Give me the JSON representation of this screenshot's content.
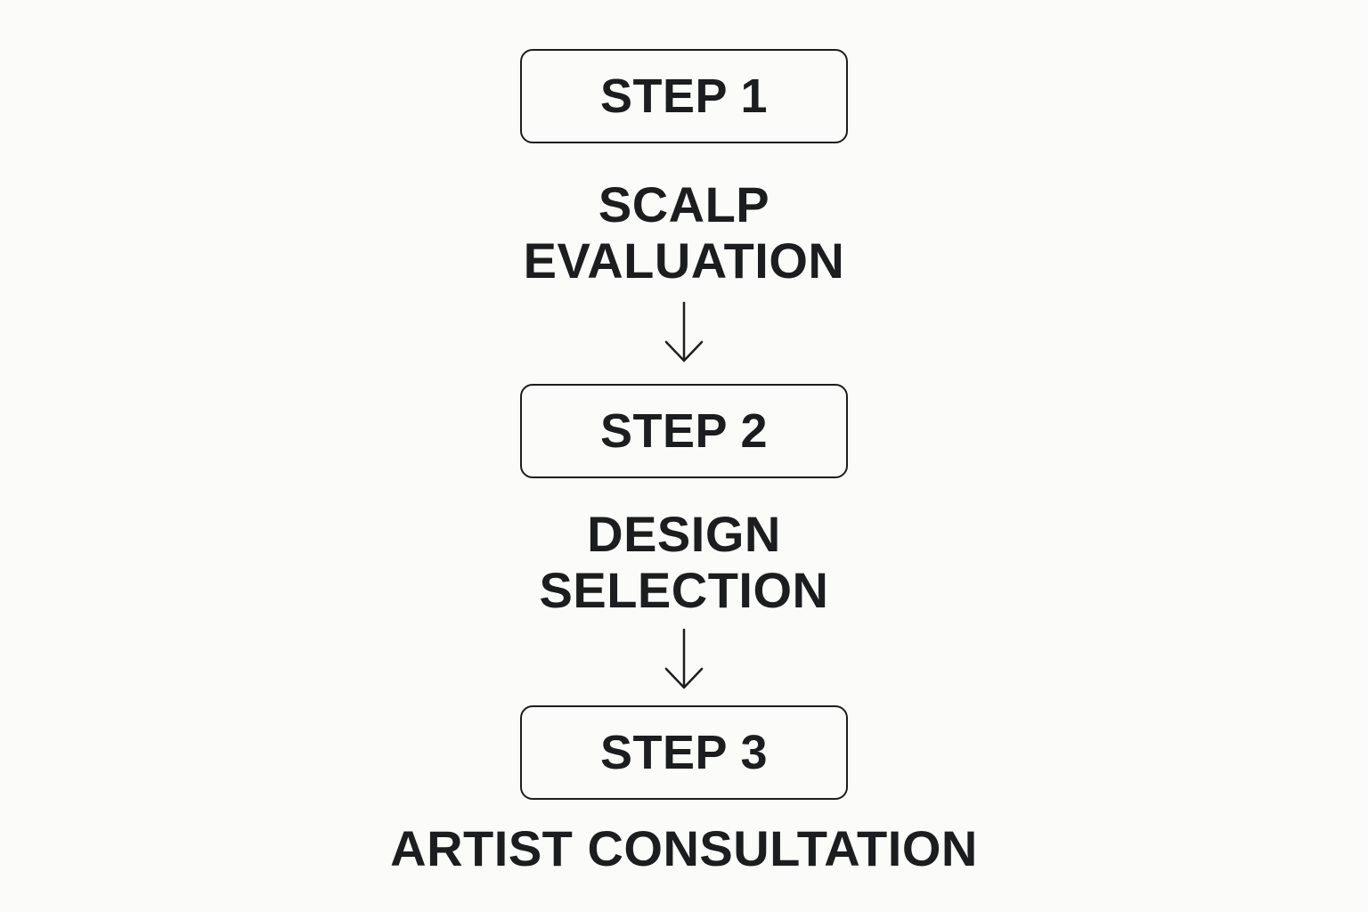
{
  "flow": {
    "steps": [
      {
        "label": "STEP 1",
        "description_lines": [
          "SCALP",
          "EVALUATION"
        ]
      },
      {
        "label": "STEP 2",
        "description_lines": [
          "DESIGN",
          "SELECTION"
        ]
      },
      {
        "label": "STEP 3",
        "description_lines": [
          "ARTIST CONSULTATION"
        ]
      }
    ],
    "arrow_icon": "down-arrow-icon",
    "colors": {
      "background": "#fbfbf9",
      "ink": "#1c1d1f"
    }
  }
}
